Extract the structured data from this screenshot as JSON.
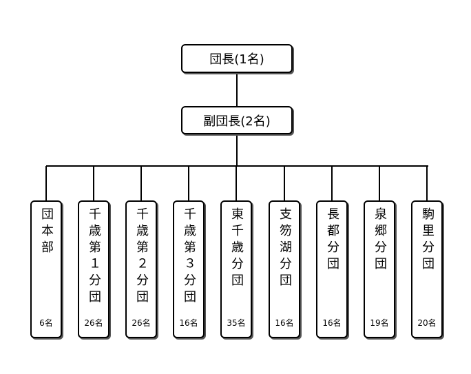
{
  "leader": {
    "label": "団長(1名)"
  },
  "vice": {
    "label": "副団長(2名)"
  },
  "units": [
    {
      "name": "団本部",
      "count": "6名"
    },
    {
      "name": "千歳第１分団",
      "count": "26名"
    },
    {
      "name": "千歳第２分団",
      "count": "26名"
    },
    {
      "name": "千歳第３分団",
      "count": "16名"
    },
    {
      "name": "東千歳分団",
      "count": "35名"
    },
    {
      "name": "支笏湖分団",
      "count": "16名"
    },
    {
      "name": "長都分団",
      "count": "16名"
    },
    {
      "name": "泉郷分団",
      "count": "19名"
    },
    {
      "name": "駒里分団",
      "count": "20名"
    }
  ]
}
